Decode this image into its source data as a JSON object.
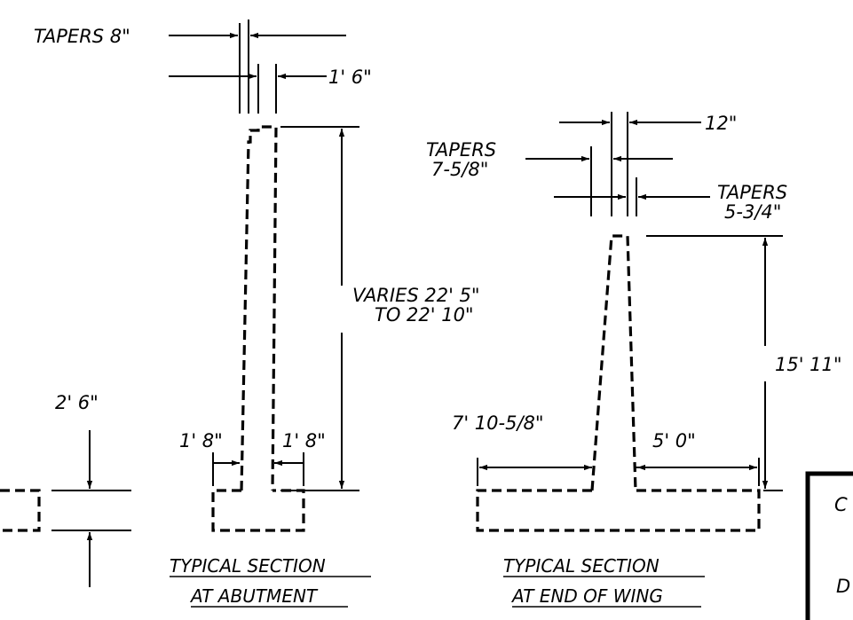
{
  "abutment": {
    "tapers_label": "TAPERS 8\"",
    "width_label": "1' 6\"",
    "height_label_1": "VARIES 22' 5\"",
    "height_label_2": "TO 22' 10\"",
    "left_toe_label": "1' 8\"",
    "right_toe_label": "1' 8\"",
    "title_1": "TYPICAL SECTION",
    "title_2": "AT ABUTMENT"
  },
  "wing": {
    "top_width_label": "12\"",
    "tapers_left_1": "TAPERS",
    "tapers_left_2": "7-5/8\"",
    "tapers_right_1": "TAPERS",
    "tapers_right_2": "5-3/4\"",
    "height_label": "15' 11\"",
    "left_toe_label": "7' 10-5/8\"",
    "right_toe_label": "5' 0\"",
    "title_1": "TYPICAL SECTION",
    "title_2": "AT END OF WING"
  },
  "footing_detail": {
    "thickness_label": "2' 6\""
  },
  "title_block": {
    "line_1_partial": "C",
    "line_2_partial": "D"
  }
}
